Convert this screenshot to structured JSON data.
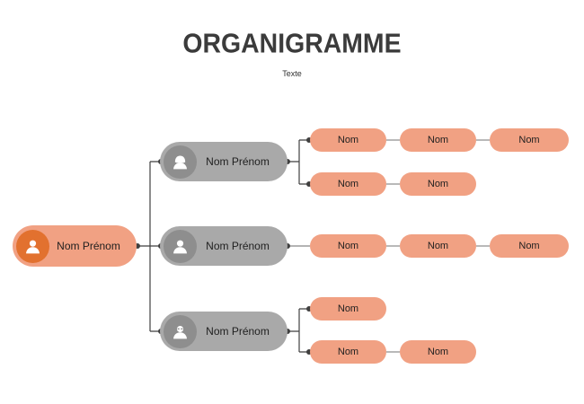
{
  "title": "ORGANIGRAMME",
  "subtitle": "Texte",
  "colors": {
    "accent": "#F1A183",
    "accent-dark": "#E2712F",
    "gray-node": "#A9A9A9",
    "gray-node-dark": "#8E8E8E",
    "line-dark": "#3F3F3F",
    "line-light": "#9B9B9B",
    "text-dark": "#1F1F1F",
    "title-color": "#3B3B3B"
  },
  "root": {
    "label": "Nom Prénom"
  },
  "managers": [
    {
      "label": "Nom Prénom"
    },
    {
      "label": "Nom Prénom"
    },
    {
      "label": "Nom Prénom"
    }
  ],
  "branches": [
    {
      "rows": [
        [
          "Nom",
          "Nom",
          "Nom"
        ],
        [
          "Nom",
          "Nom"
        ]
      ]
    },
    {
      "rows": [
        [
          "Nom",
          "Nom",
          "Nom"
        ]
      ]
    },
    {
      "rows": [
        [
          "Nom"
        ],
        [
          "Nom",
          "Nom"
        ]
      ]
    }
  ]
}
